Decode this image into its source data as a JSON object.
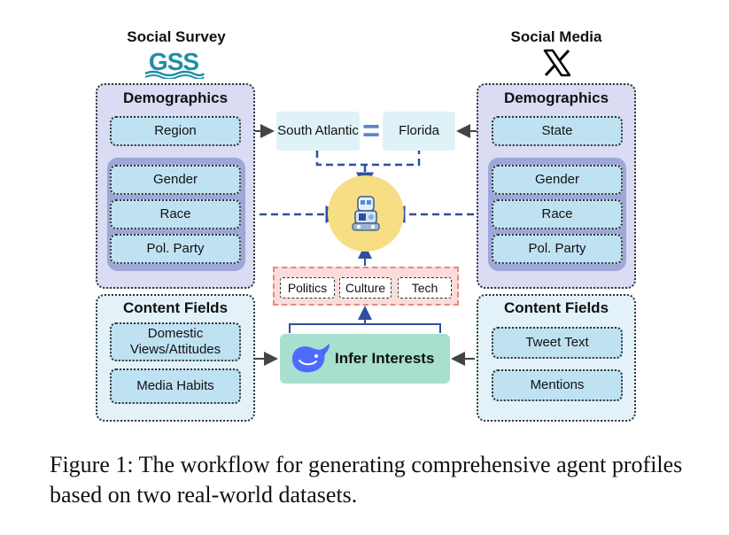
{
  "survey": {
    "title": "Social Survey",
    "logo_text": "GSS",
    "demographics_title": "Demographics",
    "region": "Region",
    "gender": "Gender",
    "race": "Race",
    "party": "Pol. Party",
    "content_title": "Content Fields",
    "field1": "Domestic Views/Attitudes",
    "field2": "Media Habits"
  },
  "media": {
    "title": "Social Media",
    "logo_text": "𝕏",
    "demographics_title": "Demographics",
    "state": "State",
    "gender": "Gender",
    "race": "Race",
    "party": "Pol. Party",
    "content_title": "Content Fields",
    "field1": "Tweet Text",
    "field2": "Mentions"
  },
  "center": {
    "region_value": "South Atlantic",
    "equals": "=",
    "state_value": "Florida",
    "topics": [
      "Politics",
      "Culture",
      "Tech"
    ],
    "infer_label": "Infer Interests"
  },
  "colors": {
    "demographics_panel": "#d9dcf2",
    "content_panel": "#e2f2f8",
    "field": "#bfe2f3",
    "group": "#9fa6d8",
    "arrow_blue": "#2f4f9e",
    "topics_bg": "#fbdcda",
    "infer_bg": "#a8dfcf",
    "agent_circle": "#f7dd84",
    "gss_teal": "#1e8fa6",
    "deepseek_blue": "#4d6bfe"
  },
  "icons": [
    "gss-logo",
    "x-logo",
    "robot-agent-icon",
    "whale-icon"
  ],
  "caption": "Figure 1: The workflow for generating comprehensive agent profiles based on two real-world datasets."
}
